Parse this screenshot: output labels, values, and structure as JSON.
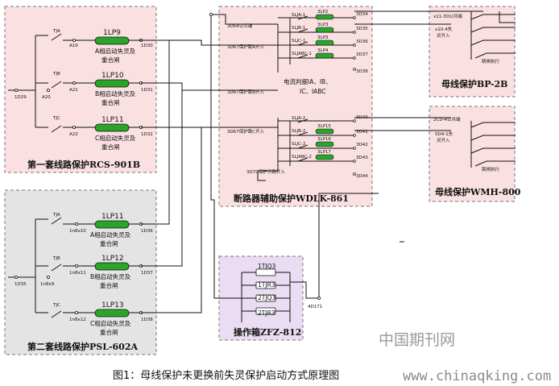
{
  "rcs": {
    "title": "第一套线路保护RCS-901B",
    "bus_terminal": "1D29",
    "phases": [
      {
        "switch": "TJA",
        "node": "A19",
        "relay": "1LP9",
        "right_term": "1D30",
        "desc": "A相启动失灵及",
        "desc2": "重合闸"
      },
      {
        "switch": "TJB",
        "node": "A21",
        "relay": "1LP10",
        "right_term": "1D31",
        "desc": "B相启动失灵及",
        "desc2": "重合闸"
      },
      {
        "switch": "TJC",
        "node": "A22",
        "relay": "1LP11",
        "right_term": "1D32",
        "desc": "C相启动失灵及",
        "desc2": "重合闸"
      }
    ],
    "mid_node": "A20"
  },
  "psl": {
    "title": "第二套线路保护PSL-602A",
    "bus_terminal": "1D35",
    "phases": [
      {
        "switch": "TJA",
        "node": "1n8x10",
        "relay": "1LP11",
        "right_term": "1D36",
        "desc": "A相启动失灵及",
        "desc2": "重合闸"
      },
      {
        "switch": "TJB",
        "node": "1n8x11",
        "relay": "1LP12",
        "right_term": "1D37",
        "desc": "B相启动失灵及",
        "desc2": "重合闸"
      },
      {
        "switch": "TJC",
        "node": "1n8x12",
        "relay": "1LP13",
        "right_term": "1D38",
        "desc": "C相启动失灵及",
        "desc2": "重合闸"
      }
    ],
    "mid_node": "1n8x9"
  },
  "wdlk": {
    "title": "断路器辅助保护WDLK-861",
    "common": "3D64公共端",
    "inputs": [
      "3D67保护跳A开入",
      "3D67保护跳B开入",
      "3D67保护跳C开入",
      "3D70保护三跳开入"
    ],
    "current_label": "电流判据IA、IB、",
    "current_label2": "IC、IABC",
    "group1": {
      "contacts": [
        "SLJA-1",
        "SLJB-1",
        "SLJC-1",
        "SLJABC-1"
      ],
      "relays": [
        "3LP2",
        "3LP3",
        "3LP3",
        "3LP4"
      ],
      "terms": [
        "3D34",
        "3D35",
        "3D36",
        "3D37",
        "3D38"
      ]
    },
    "group2": {
      "contacts": [
        "SLJA-2",
        "SLJB-2",
        "SLJC-2",
        "SLJABC-2"
      ],
      "relays": [
        "3LP15",
        "3LP16",
        "3LP17"
      ],
      "terms": [
        "3D40",
        "3D41",
        "3D42",
        "3D43",
        "3D44"
      ]
    }
  },
  "bp2b": {
    "title": "母线保护BP-2B",
    "common": "x11-30公共端",
    "input": "x10-4失",
    "input2": "灵开入",
    "exec": "跳闸执行"
  },
  "wmh": {
    "title": "母线保护WMH-800",
    "common": "2CD-4公共端",
    "input": "5D4-1失",
    "input2": "灵开入",
    "exec": "跳闸执行"
  },
  "zfz": {
    "title": "操作箱ZFZ-812",
    "relays": [
      "1TJQ3",
      "1TJR3",
      "2TJQ3",
      "2TJR3"
    ],
    "out_term": "4D171"
  },
  "caption": "图1：母线保护未更换前失灵保护启动方式原理图",
  "watermark": "中国期刊网",
  "url": "www.chinaqking.com"
}
